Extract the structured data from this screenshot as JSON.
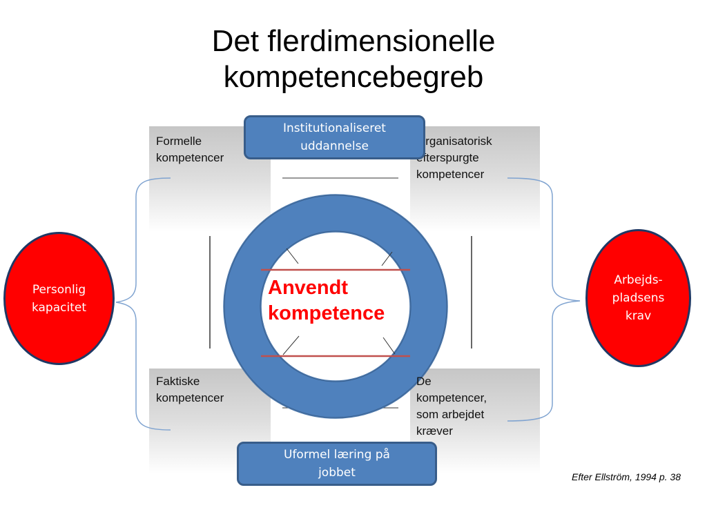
{
  "title": {
    "line1": "Det flerdimensionelle",
    "line2": "kompetencebegreb"
  },
  "quadrants": {
    "top_left": {
      "line1": "Formelle",
      "line2": "kompetencer"
    },
    "top_right": {
      "line1": "Organisatorisk",
      "line2": "efterspurgte",
      "line3": "kompetencer"
    },
    "bottom_left": {
      "line1": "Faktiske",
      "line2": "kompetencer"
    },
    "bottom_right": {
      "line1": "De",
      "line2": "kompetencer,",
      "line3": "som arbejdet",
      "line4": "kræver"
    }
  },
  "top_box": {
    "line1": "Institutionaliseret",
    "line2": "uddannelse"
  },
  "bottom_box": {
    "line1": "Uformel læring på",
    "line2": "jobbet"
  },
  "left_ellipse": {
    "line1": "Personlig",
    "line2": "kapacitet"
  },
  "right_ellipse": {
    "line1": "Arbejds-",
    "line2": "pladsens",
    "line3": "krav"
  },
  "center": {
    "line1": "Anvendt",
    "line2": "kompetence"
  },
  "source": "Efter Ellström, 1994 p. 38",
  "colors": {
    "ring_fill": "#4f81bd",
    "ring_stroke": "#385d8a",
    "ellipse_fill": "#ff0000",
    "center_text": "#ff0000",
    "center_lines": "#c0504d",
    "bracket_stroke": "#7fa3d0"
  }
}
